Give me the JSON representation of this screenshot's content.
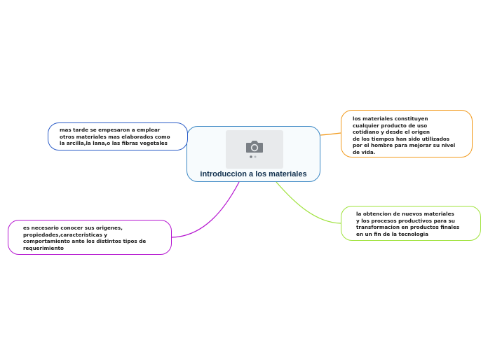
{
  "central": {
    "title": "introduccion a los materiales",
    "image_icon": "camera-icon"
  },
  "topics": {
    "left_top": "mas tarde se empesaron a emplear\notros materiales mas elaborados como\nla arcilla,la lana,o las fibras vegetales",
    "left_bottom": "es necesario conocer sus origenes,\npropiedades,caracteristicas y\ncomportamiento ante los distintos tipos de\nrequerimiento",
    "right_top": "los materiales constituyen\ncualquier producto de uso\ncotidiano y desde el origen\nde los tiempos han sido utilizados\npor el hombre para mejorar su nivel\nde vida.",
    "right_bottom": "la obtencion de nuevos materiales\ny los procesos productivos para su\ntransformacion en productos finales\nen un fin de la tecnologia"
  },
  "colors": {
    "central_border": "#3a87c4",
    "left_top_branch": "#2b5cc7",
    "left_bottom_branch": "#b515d0",
    "right_top_branch": "#f29a1c",
    "right_bottom_branch": "#9ee23a"
  }
}
